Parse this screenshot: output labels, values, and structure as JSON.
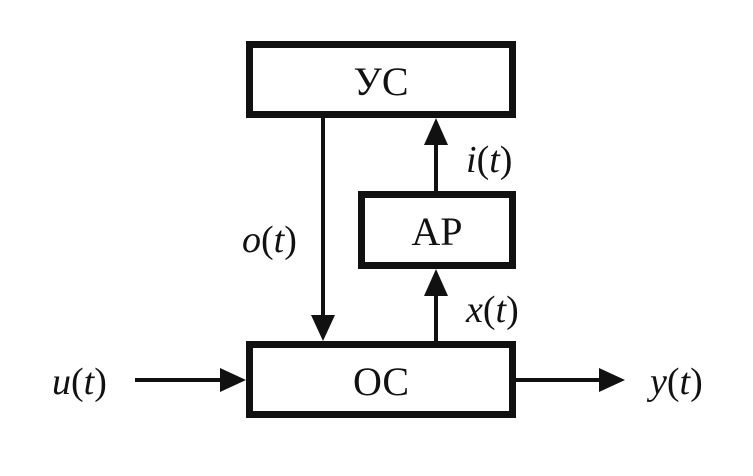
{
  "diagram": {
    "type": "block-diagram",
    "colors": {
      "stroke": "#111111",
      "background": "#ffffff"
    },
    "blocks": [
      {
        "id": "us",
        "label": "УС"
      },
      {
        "id": "ar",
        "label": "АР"
      },
      {
        "id": "os",
        "label": "ОС"
      }
    ],
    "signals": [
      {
        "id": "u",
        "name": "u",
        "arg": "t",
        "from": "input",
        "to": "os"
      },
      {
        "id": "y",
        "name": "y",
        "arg": "t",
        "from": "os",
        "to": "output"
      },
      {
        "id": "o",
        "name": "o",
        "arg": "t",
        "from": "us",
        "to": "os"
      },
      {
        "id": "x",
        "name": "x",
        "arg": "t",
        "from": "os",
        "to": "ar"
      },
      {
        "id": "i",
        "name": "i",
        "arg": "t",
        "from": "ar",
        "to": "us"
      }
    ]
  }
}
